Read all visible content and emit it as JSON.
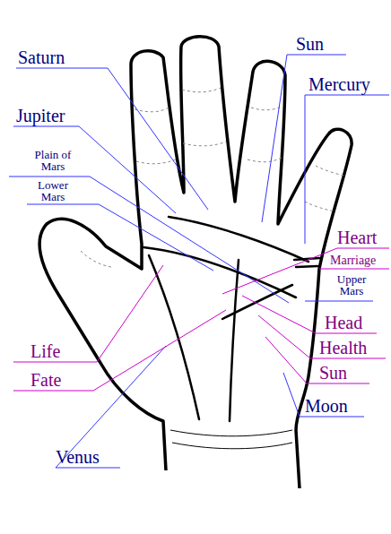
{
  "diagram": {
    "labels": [
      "Saturn",
      "Sun",
      "Mercury",
      "Jupiter",
      "Plain of Mars",
      "Lower Mars",
      "Heart",
      "Marriage",
      "Upper Mars",
      "Life",
      "Head",
      "Health",
      "Fate",
      "Sun",
      "Moon",
      "Venus"
    ]
  }
}
